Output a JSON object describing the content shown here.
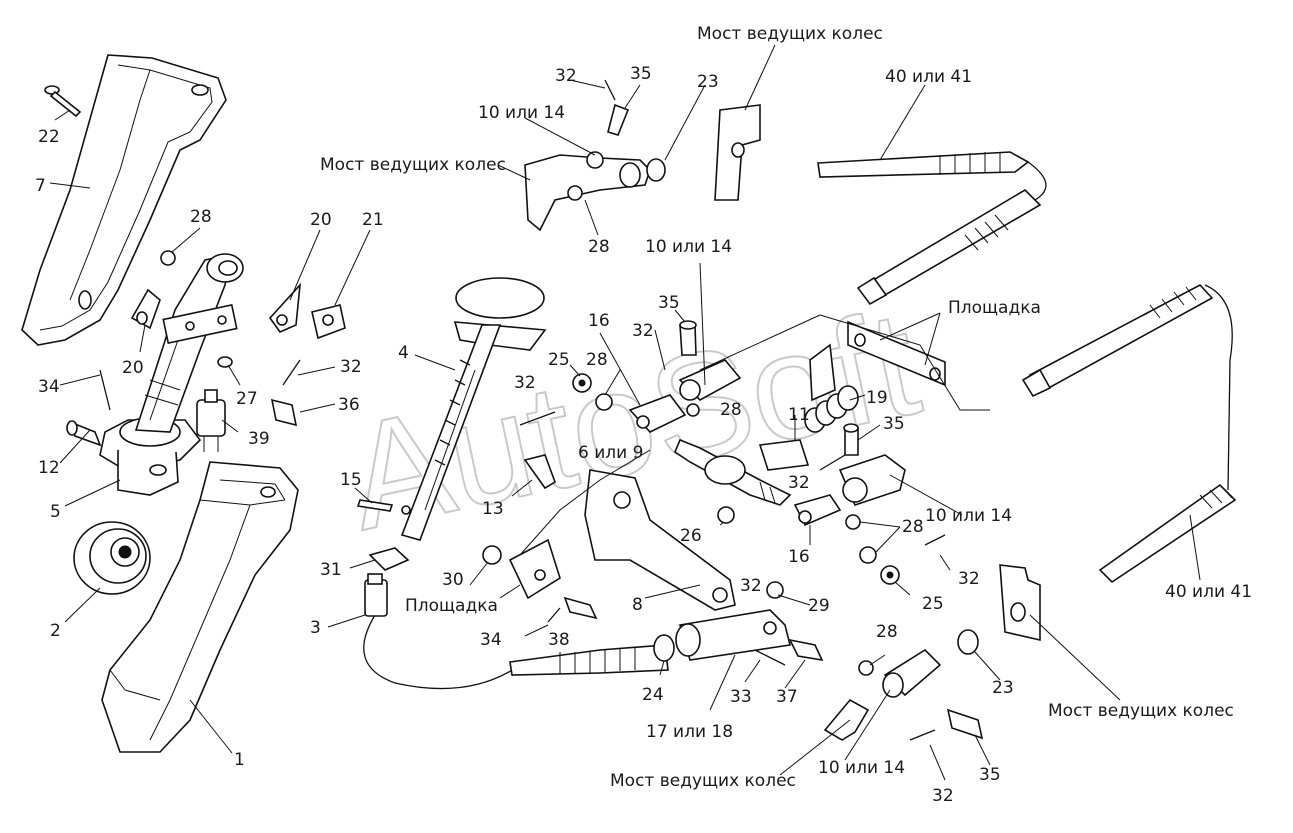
{
  "labels": {
    "l1": "1",
    "l2": "2",
    "l3": "3",
    "l4": "4",
    "l5": "5",
    "l7": "7",
    "l8": "8",
    "l11": "11",
    "l12": "12",
    "l13": "13",
    "l15": "15",
    "l16a": "16",
    "l16b": "16",
    "l17": "17 или 18",
    "l19": "19",
    "l20a": "20",
    "l20b": "20",
    "l21": "21",
    "l22": "22",
    "l23a": "23",
    "l23b": "23",
    "l24": "24",
    "l25a": "25",
    "l25b": "25",
    "l26": "26",
    "l27": "27",
    "l28a": "28",
    "l28b": "28",
    "l28c": "28",
    "l28d": "28",
    "l28e": "28",
    "l28f": "28",
    "l29": "29",
    "l30": "30",
    "l31": "31",
    "l32a": "32",
    "l32b": "32",
    "l32c": "32",
    "l32d": "32",
    "l32e": "32",
    "l32f": "32",
    "l32g": "32",
    "l33": "33",
    "l34a": "34",
    "l34b": "34",
    "l35a": "35",
    "l35b": "35",
    "l35c": "35",
    "l35d": "35",
    "l36": "36",
    "l37": "37",
    "l38": "38",
    "l39": "39",
    "l6or9": "6 или 9",
    "l10a": "10 или 14",
    "l10b": "10 или 14",
    "l10c": "10 или 14",
    "l10d": "10 или 14",
    "l40a": "40 или 41",
    "l40b": "40 или 41",
    "most1": "Мост ведущих колес",
    "most2": "Мост ведущих колес",
    "most3": "Мост ведущих колес",
    "most4": "Мост ведущих колес",
    "plosh1": "Площадка",
    "plosh2": "Площадка"
  },
  "watermark": "AutoSoft"
}
